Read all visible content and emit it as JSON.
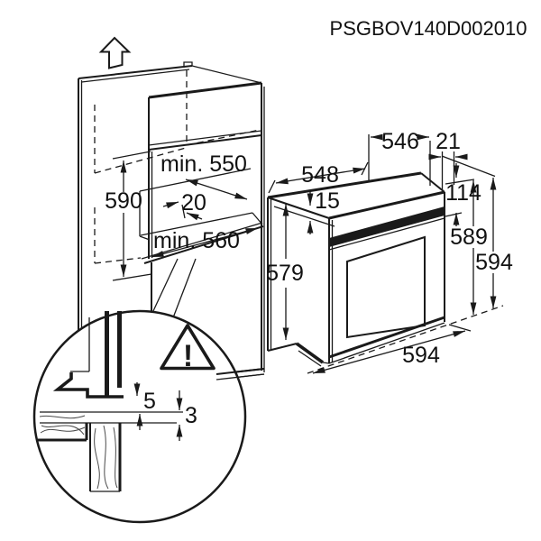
{
  "title": "PSGBOV140D002010",
  "colors": {
    "line": "#1a1a1a",
    "background": "#ffffff"
  },
  "cabinet_view": {
    "niche_height": "590",
    "niche_depth_min": "min. 550",
    "rear_gap": "20",
    "niche_width_min": "min. 560"
  },
  "oven_view": {
    "body_depth": "548",
    "body_width": "546",
    "front_protrusion": "21",
    "top_clearance": "15",
    "control_panel_height": "114",
    "body_height": "589",
    "overall_height": "594",
    "side_height": "579",
    "front_width": "594"
  },
  "detail_view": {
    "clearance_gap": "5",
    "shelf_lip": "3",
    "warning_mark": "!"
  }
}
